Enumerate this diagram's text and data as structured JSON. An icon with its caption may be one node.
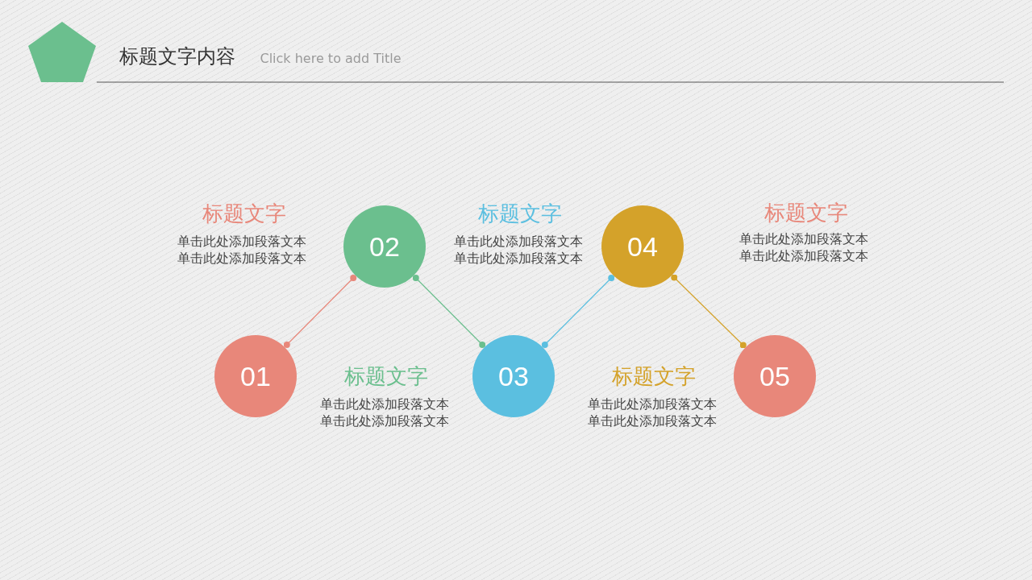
{
  "diagram": {
    "title": "标题文字内容",
    "nodes": [
      {
        "text": [
          "01"
        ]
      },
      {
        "text": [
          "02"
        ]
      },
      {
        "text": [
          "03"
        ]
      },
      {
        "text": [
          "04"
        ]
      },
      {
        "text": [
          "05"
        ]
      }
    ],
    "edges": [
      {
        "from": 0,
        "to": 1,
        "arrow": "other",
        "color": "#e8877a"
      },
      {
        "from": 1,
        "to": 2,
        "arrow": "other",
        "color": "#6bbf8e"
      },
      {
        "from": 2,
        "to": 3,
        "arrow": "other",
        "color": "#5bbfe0"
      },
      {
        "from": 3,
        "to": 4,
        "arrow": "other",
        "color": "#d4a22a"
      }
    ],
    "labels": [
      "Click here to add Title",
      "标题文字",
      "单击此处添加段落文本",
      "单击此处添加段落文本",
      "标题文字",
      "单击此处添加段落文本",
      "单击此处添加段落文本",
      "标题文字",
      "单击此处添加段落文本",
      "单击此处添加段落文本",
      "标题文字",
      "单击此处添加段落文本",
      "单击此处添加段落文本",
      "标题文字",
      "单击此处添加段落文本",
      "单击此处添加段落文本"
    ]
  }
}
